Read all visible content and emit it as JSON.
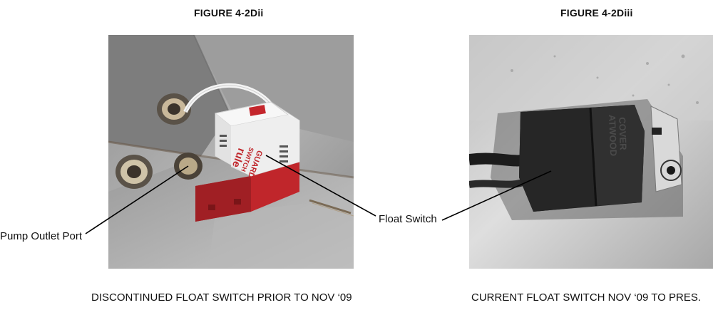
{
  "figures": [
    {
      "title": "FIGURE 4-2Dii",
      "caption": "DISCONTINUED FLOAT SWITCH PRIOR TO NOV ‘09",
      "product_label": {
        "brand": "rule",
        "model_line1": "SWITCH",
        "model_line2": "GUARD"
      },
      "callouts": [
        "Pump Outlet Port",
        "Float Switch"
      ]
    },
    {
      "title": "FIGURE 4-2Diii",
      "caption": "CURRENT FLOAT SWITCH NOV ‘09 TO PRES.",
      "product_label": {
        "line1": "ATWOOD",
        "line2": "COVER"
      }
    }
  ]
}
